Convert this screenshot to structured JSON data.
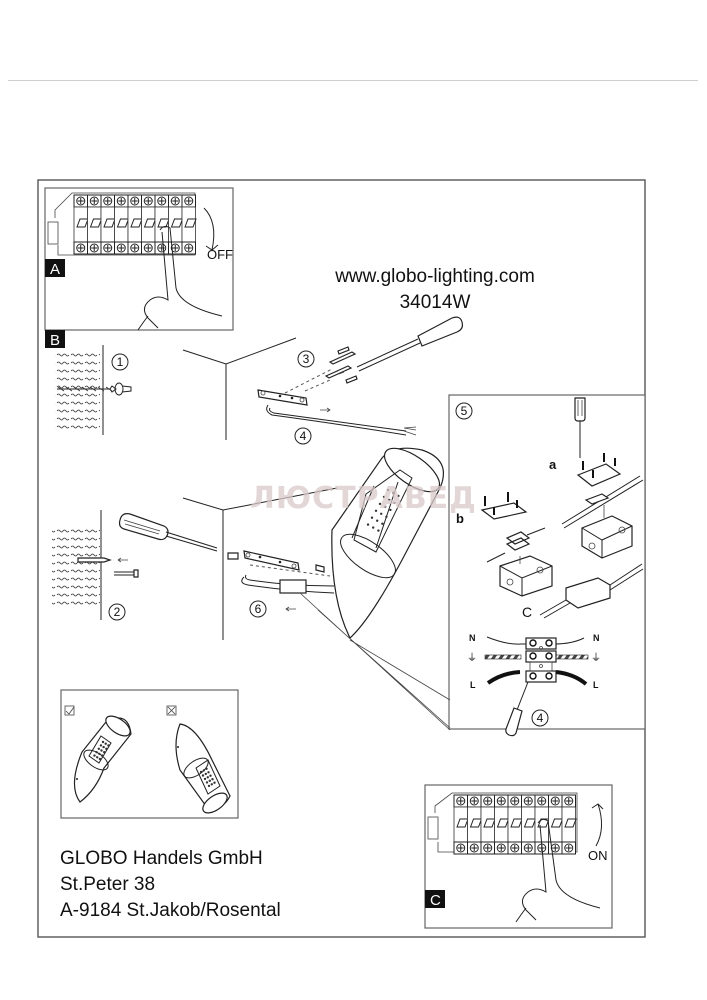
{
  "header": {
    "website": "www.globo-lighting.com",
    "model_number": "34014W"
  },
  "watermark": "ЛЮСТРАВЕД",
  "panels": {
    "A": {
      "label": "A",
      "switch_state": "OFF",
      "breaker_count": 9
    },
    "B": {
      "label": "B"
    },
    "C": {
      "label": "C",
      "switch_state": "ON",
      "breaker_count": 9
    }
  },
  "steps": [
    {
      "number": "1",
      "symbol": "①",
      "description": "drill-and-insert-wall-plug"
    },
    {
      "number": "2",
      "symbol": "②",
      "description": "insert-dowel-and-screw"
    },
    {
      "number": "3",
      "symbol": "③",
      "description": "fix-mounting-bracket-with-screws"
    },
    {
      "number": "4",
      "symbol": "④",
      "description": "feed-mains-cable"
    },
    {
      "number": "5",
      "symbol": "⑤",
      "description": "junction-box-assembly"
    },
    {
      "number": "6",
      "symbol": "⑥",
      "description": "attach-luminaire-to-bracket"
    }
  ],
  "junction_box": {
    "sub_labels": [
      "a",
      "b",
      "C"
    ],
    "wiring": [
      {
        "terminal": "N",
        "label_left": "N",
        "label_right": "N",
        "wire_color": "#ffffff"
      },
      {
        "terminal": "earth",
        "label_left": "⏚",
        "label_right": "⏚",
        "wire_color": "#888888"
      },
      {
        "terminal": "L",
        "label_left": "L",
        "label_right": "L",
        "wire_color": "#111111"
      }
    ],
    "step_symbol": "④"
  },
  "orientation": {
    "correct_mark": "☑",
    "wrong_mark": "☒",
    "correct_label": "correct-orientation",
    "wrong_label": "wrong-orientation"
  },
  "address": {
    "company": "GLOBO  Handels GmbH",
    "street": "St.Peter 38",
    "city": "A-9184 St.Jakob/Rosental"
  }
}
